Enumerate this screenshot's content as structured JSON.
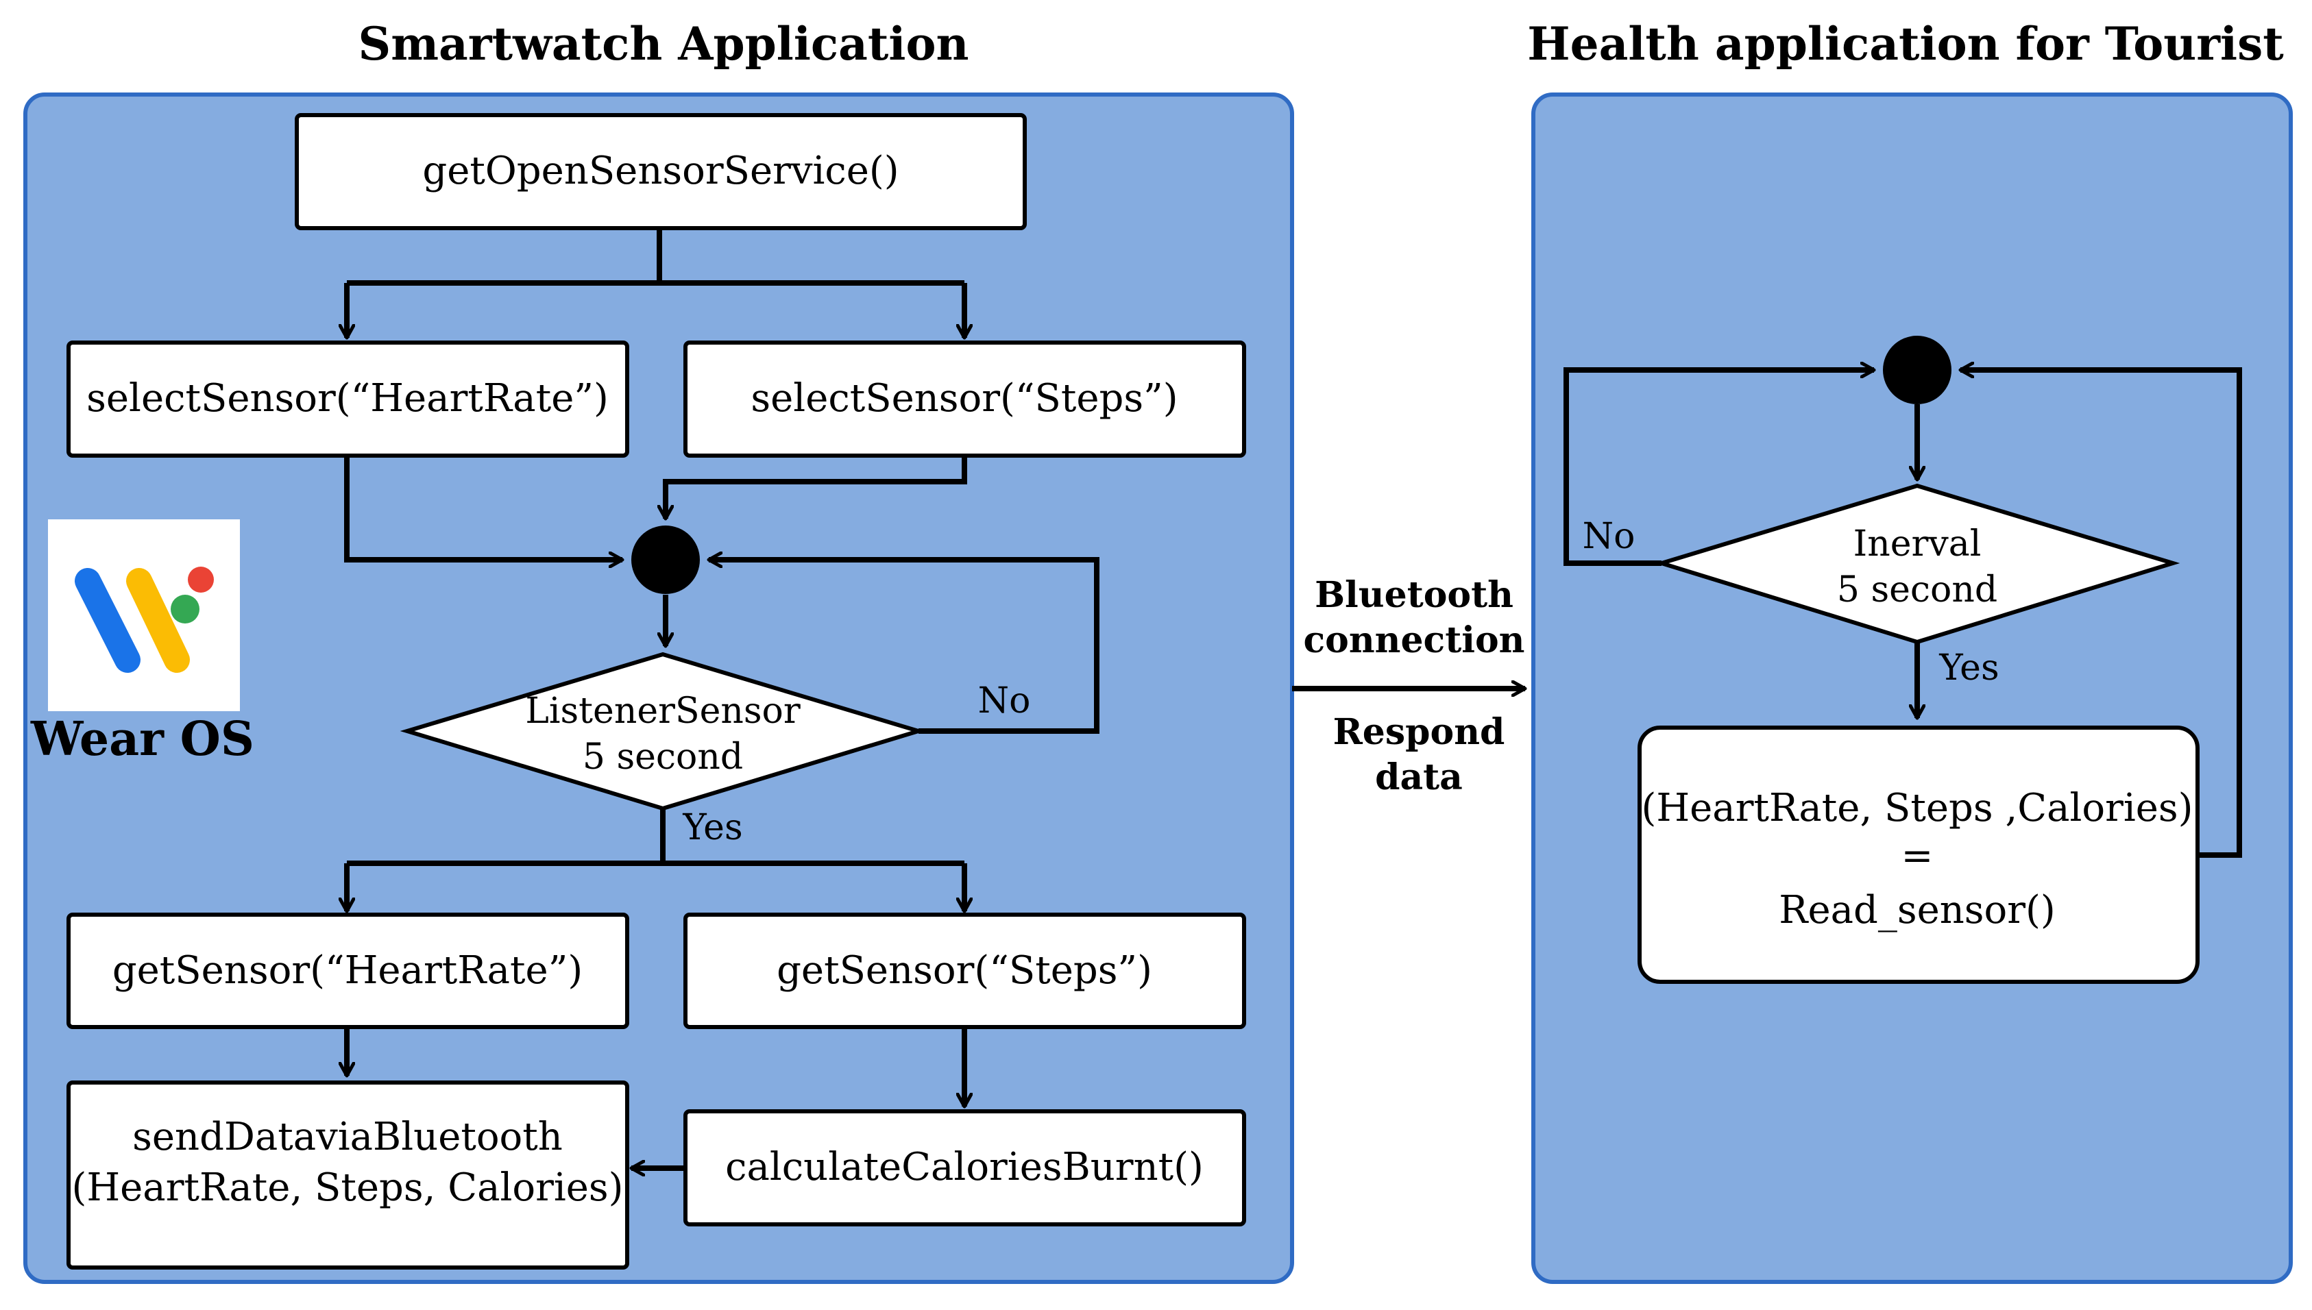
{
  "left_panel": {
    "title": "Smartwatch Application",
    "nodes": {
      "open_service": "getOpenSensorService()",
      "select_hr": "selectSensor(“HeartRate”)",
      "select_steps": "selectSensor(“Steps”)",
      "listener_l1": "ListenerSensor",
      "listener_l2": "5 second",
      "get_hr": "getSensor(“HeartRate”)",
      "get_steps": "getSensor(“Steps”)",
      "send_l1": "sendDataviaBluetooth",
      "send_l2": "(HeartRate, Steps, Calories)",
      "calc": "calculateCaloriesBurnt()"
    },
    "labels": {
      "no": "No",
      "yes": "Yes"
    },
    "logo": {
      "text": "Wear OS",
      "colors": {
        "blue": "#1a73e8",
        "yellow": "#fbbc04",
        "red": "#ea4335",
        "green": "#34a853"
      }
    }
  },
  "middle": {
    "line1": "Bluetooth",
    "line2": "connection",
    "line3": "Respond",
    "line4": "data"
  },
  "right_panel": {
    "title": "Health application for Tourist",
    "nodes": {
      "interval_l1": "Inerval",
      "interval_l2": "5 second",
      "read_l1": "(HeartRate, Steps ,Calories)",
      "read_l2": "=",
      "read_l3": "Read_sensor()"
    },
    "labels": {
      "no": "No",
      "yes": "Yes"
    }
  },
  "colors": {
    "panel_fill": "#85ace0",
    "panel_stroke": "#2f6bc4",
    "box_fill": "#ffffff",
    "line": "#000000"
  }
}
